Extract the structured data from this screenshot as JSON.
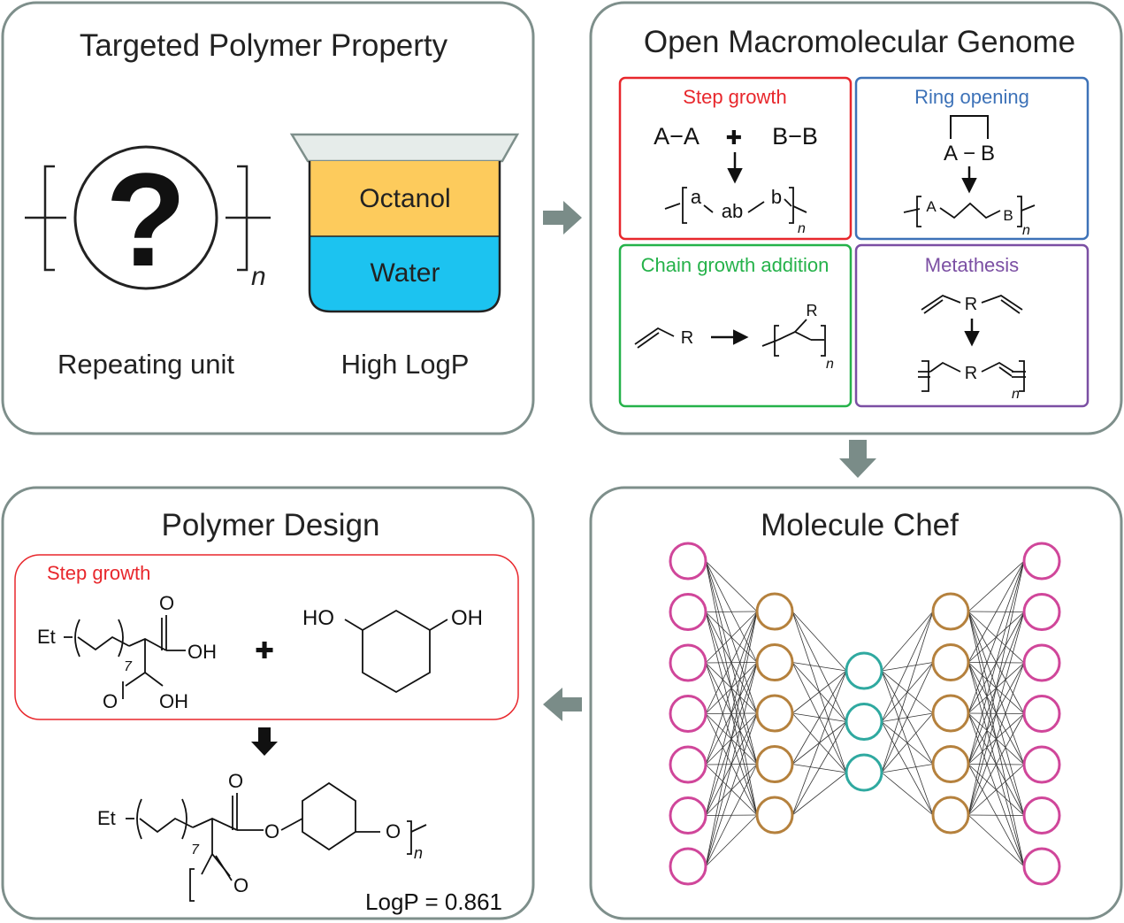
{
  "panels": {
    "property": {
      "title": "Targeted Polymer Property",
      "repeat_label": "Repeating unit",
      "logp_label": "High LogP",
      "unknown_symbol": "?",
      "subscript": "n",
      "beaker": {
        "top_layer": "Octanol",
        "bottom_layer": "Water",
        "octanol_color": "#FDCB5C",
        "water_color": "#1CC3F0"
      }
    },
    "genome": {
      "title": "Open Macromolecular Genome",
      "step": {
        "title": "Step growth",
        "color": "#E8272C",
        "lhs1": "A−A",
        "plus": "✚",
        "lhs2": "B−B",
        "a": "a",
        "ab": "ab",
        "b": "b",
        "n": "n"
      },
      "ring": {
        "title": "Ring opening",
        "color": "#3D72B8",
        "A": "A",
        "B": "B",
        "dash": "−",
        "n": "n"
      },
      "chain": {
        "title": "Chain growth addition",
        "color": "#25B24A",
        "R1": "R",
        "R2": "R",
        "n": "n"
      },
      "metathesis": {
        "title": "Metathesis",
        "color": "#7B4FA3",
        "R1": "R",
        "R2": "R",
        "n": "n"
      }
    },
    "design": {
      "title": "Polymer Design",
      "step_label": "Step growth",
      "step_color": "#E8272C",
      "et1": "Et",
      "seven1": "7",
      "o1": "O",
      "oh1": "OH",
      "o2": "O",
      "oh2": "OH",
      "plus": "✚",
      "ho": "HO",
      "oh3": "OH",
      "et2": "Et",
      "seven2": "7",
      "o3": "O",
      "o4": "O",
      "o5": "O",
      "o6": "O",
      "n": "n",
      "logp": "LogP = 0.861"
    },
    "chef": {
      "title": "Molecule Chef",
      "colors": {
        "outer": "#D0469A",
        "middle": "#B5813D",
        "center": "#2FA9A0"
      }
    }
  },
  "colors": {
    "panel_border": "#7E8F8B",
    "arrow": "#7A8C88"
  }
}
